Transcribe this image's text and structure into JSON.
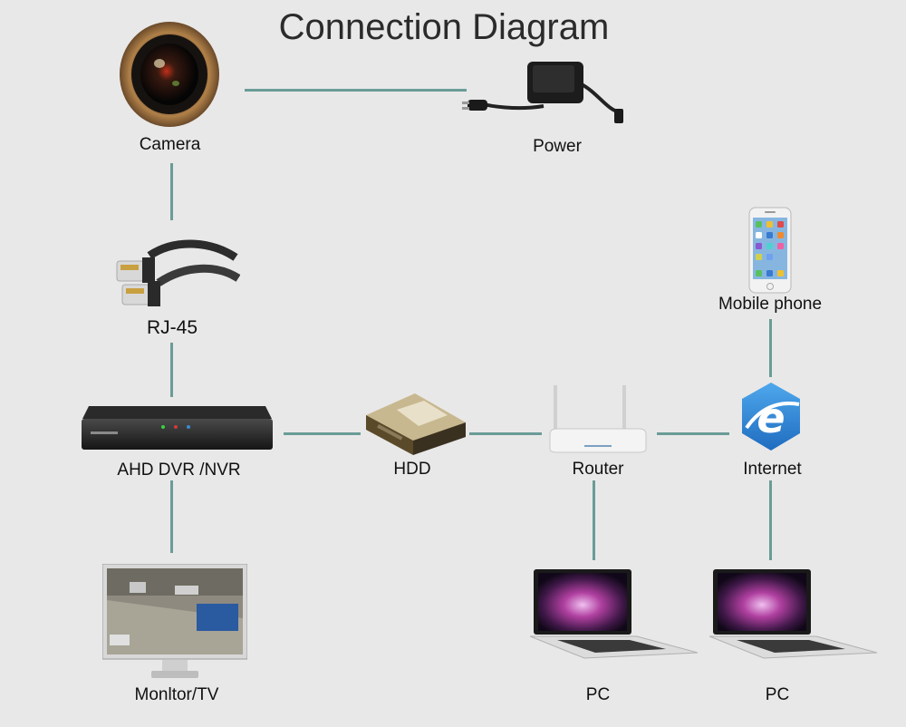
{
  "title": "Connection Diagram",
  "nodes": {
    "camera": "Camera",
    "power": "Power",
    "rj45": "RJ-45",
    "dvr": "AHD DVR /NVR",
    "monitor": "Monltor/TV",
    "hdd": "HDD",
    "router": "Router",
    "internet": "Internet",
    "mobile": "Mobile phone",
    "pc1": "PC",
    "pc2": "PC"
  },
  "connections": [
    [
      "Camera",
      "Power"
    ],
    [
      "Camera",
      "RJ-45"
    ],
    [
      "RJ-45",
      "AHD DVR /NVR"
    ],
    [
      "AHD DVR /NVR",
      "Monltor/TV"
    ],
    [
      "AHD DVR /NVR",
      "HDD"
    ],
    [
      "HDD",
      "Router"
    ],
    [
      "Router",
      "Internet"
    ],
    [
      "Internet",
      "Mobile phone"
    ],
    [
      "Router",
      "PC"
    ],
    [
      "Internet",
      "PC"
    ]
  ],
  "colors": {
    "wire": "#6a9c97",
    "background": "#e9e8e8"
  }
}
